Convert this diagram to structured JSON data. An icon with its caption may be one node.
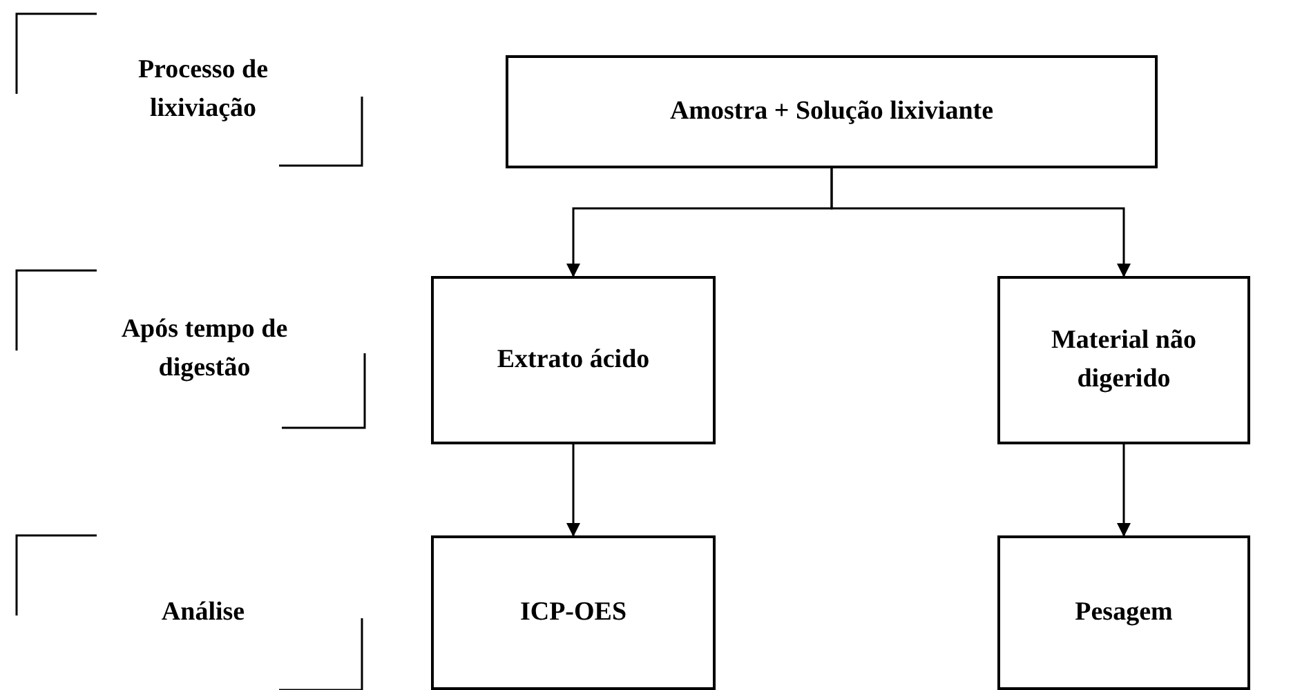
{
  "diagram": {
    "nodes": [
      {
        "text": [
          "Amostra + Solução lixiviante"
        ]
      },
      {
        "text": [
          "Extrato ácido"
        ]
      },
      {
        "text": [
          "Material não digerido"
        ]
      },
      {
        "text": [
          "ICP-OES"
        ]
      },
      {
        "text": [
          "Pesagem"
        ]
      }
    ],
    "edges": [
      {
        "from": 0,
        "to": 1,
        "arrow": "to"
      },
      {
        "from": 0,
        "to": 2,
        "arrow": "to"
      },
      {
        "from": 1,
        "to": 3,
        "arrow": "to"
      },
      {
        "from": 2,
        "to": 4,
        "arrow": "to"
      }
    ],
    "labels": [
      "Processo de lixiviação",
      "Após tempo de digestão",
      "Análise"
    ]
  }
}
